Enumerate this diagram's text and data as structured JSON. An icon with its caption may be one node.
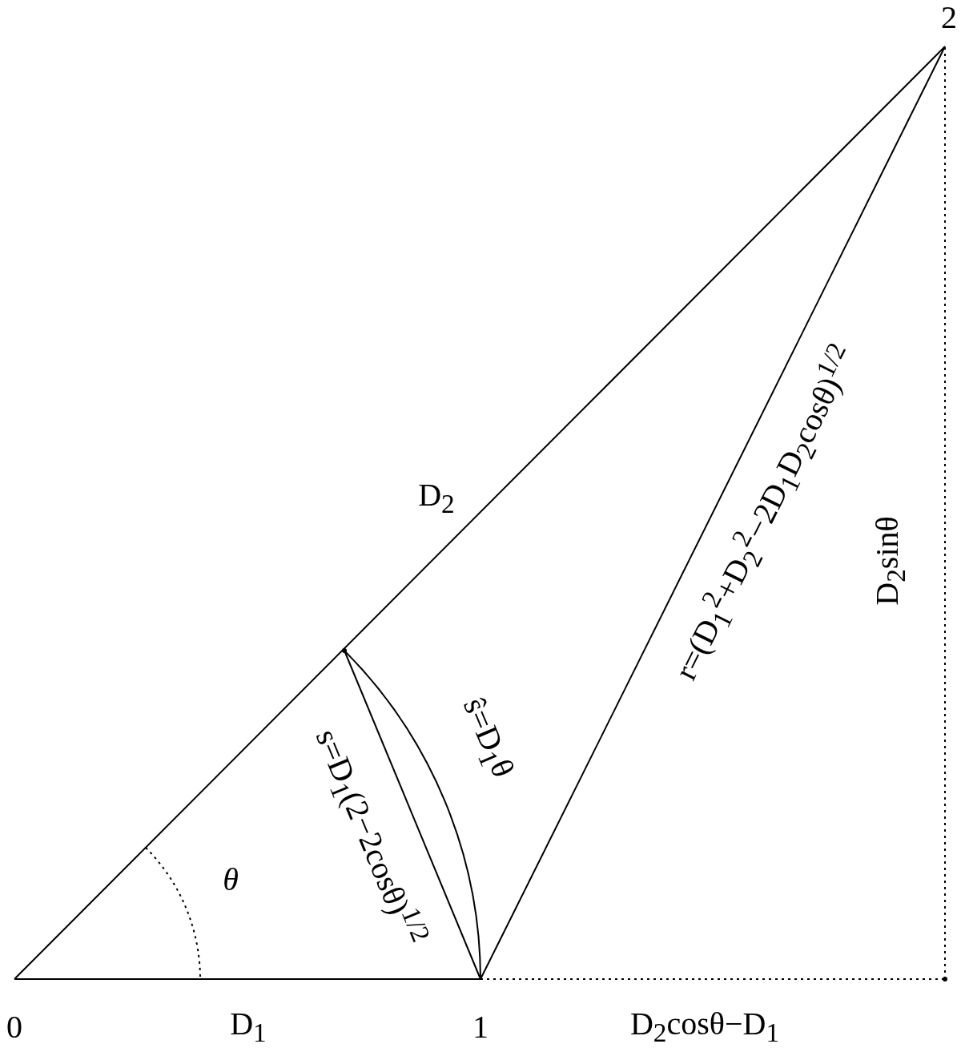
{
  "diagram": {
    "nodes": [
      {
        "text": [
          "0"
        ]
      },
      {
        "text": [
          "1"
        ]
      },
      {
        "text": [
          "2"
        ]
      },
      {
        "text": [],
        "shape": "point"
      },
      {
        "text": [],
        "shape": "point"
      }
    ],
    "edges": [
      {
        "from": 0,
        "to": 1,
        "arrow": "none",
        "label": "D$_{1}$"
      },
      {
        "from": 0,
        "to": 2,
        "arrow": "none",
        "label": "D$_{2}$"
      },
      {
        "from": 1,
        "to": 2,
        "arrow": "none",
        "label": "r=(D$_{1}$$^{2}$+D$_{2}$$^{2}$−2D$_{1}$D$_{2}$cosθ)$^{1/2}$"
      },
      {
        "from": 3,
        "to": 1,
        "arrow": "none",
        "label": "s=D$_{1}$(2−2cosθ)$^{1/2}$"
      },
      {
        "from": 3,
        "to": 1,
        "arrow": "none",
        "label": "ŝ=D$_{1}$θ"
      },
      {
        "from": 1,
        "to": 4,
        "arrow": "none",
        "style": "dashed",
        "label": "D$_{2}$cosθ−D$_{1}$"
      },
      {
        "from": 4,
        "to": 2,
        "arrow": "none",
        "style": "dashed",
        "label": "D$_{2}$sinθ"
      }
    ],
    "labels": [
      "θ"
    ]
  }
}
